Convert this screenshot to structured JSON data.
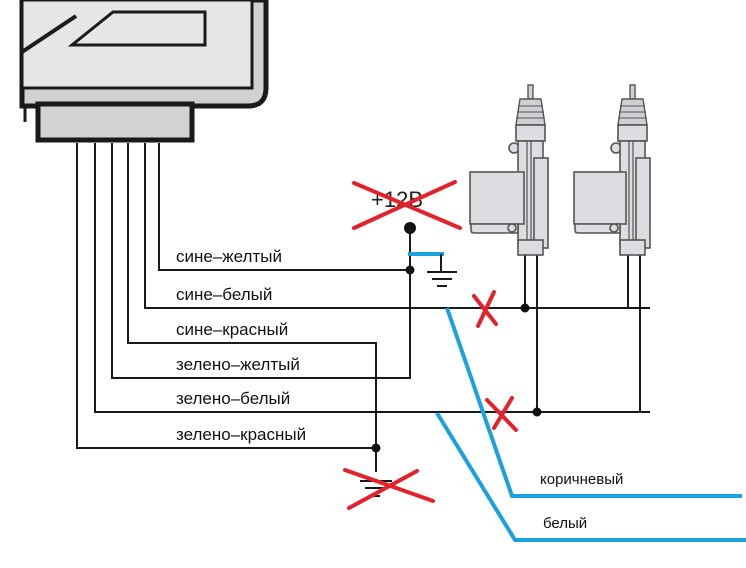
{
  "diagram": {
    "title": "Central locking wiring diagram",
    "wires": [
      {
        "id": "blue-yellow",
        "label": "сине–желтый"
      },
      {
        "id": "blue-white",
        "label": "сине–белый"
      },
      {
        "id": "blue-red",
        "label": "сине–красный"
      },
      {
        "id": "green-yellow",
        "label": "зелено–желтый"
      },
      {
        "id": "green-white",
        "label": "зелено–белый"
      },
      {
        "id": "green-red",
        "label": "зелено–красный"
      }
    ],
    "power_label": "+12В",
    "power_crossed_out": true,
    "ground_bottom_crossed_out": true,
    "crossings": 2,
    "new_wires": [
      {
        "id": "brown",
        "label": "коричневый",
        "color": "#1ba1df"
      },
      {
        "id": "white",
        "label": "белый",
        "color": "#1ba1df"
      }
    ],
    "actuators": [
      "left-door-actuator",
      "right-door-actuator"
    ],
    "colors": {
      "wire": "#1a1a1a",
      "added_wire": "#1ba1df",
      "cross_mark": "#e4222b",
      "unit_body": "#e6e6e8",
      "connector": "#d2d3d5"
    }
  }
}
